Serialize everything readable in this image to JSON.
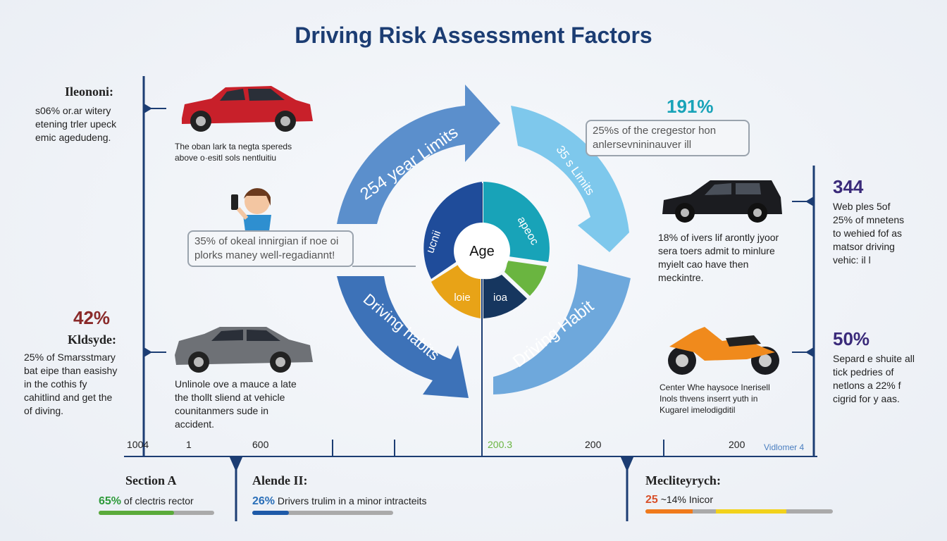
{
  "title": "Driving Risk Assessment Factors",
  "colors": {
    "navy": "#1c3d73",
    "blue": "#4a7fc0",
    "light_blue": "#6fc3ea",
    "teal": "#18a3b8",
    "green": "#6ab540",
    "yellow": "#e8a317",
    "dark_navy": "#16365f",
    "orange": "#f08a1c",
    "red": "#8a2a2a",
    "purple": "#3a2a7a"
  },
  "ring": {
    "top_left": "254 year Limits",
    "top_right": "35 s Limits",
    "bottom_left": "Driving habits",
    "bottom_right": "Driving Habit"
  },
  "inner": {
    "center": "Age",
    "blue": "ucnii",
    "teal": "apeoc",
    "yellow": "loie",
    "navy": "ioa"
  },
  "left_top": {
    "heading": "Ileononi:",
    "line1": "s06% or.ar witery",
    "line2": "etening trler upeck",
    "line3": "emic agedudeng."
  },
  "car_red_caption": {
    "line1": "The oban lark ta negta spereds",
    "line2": "above o·esitl sols nentluitiu"
  },
  "callout_left": {
    "line1": "35% of okeal innirgian if noe oi",
    "line2": "plorks maney well-regadiannt!"
  },
  "left_mid": {
    "stat": "42%",
    "heading": "Kldsyde:",
    "line1": "25% of Smarsstmary",
    "line2": "bat eipe than easishy",
    "line3": "in the cothis fy",
    "line4": "cahitlind and get the",
    "line5": "of diving."
  },
  "car_grey_caption": {
    "line1": "Unlinole ove a mauce a late",
    "line2": "the thollt sliend at vehicle",
    "line3": "counitanmers sude in",
    "line4": "accident."
  },
  "top_stat": "191%",
  "callout_right": {
    "line1": "25%s of the cregestor hon",
    "line2": "anlersevnininauver ill"
  },
  "suv_caption": {
    "line1": "18% of ivers lif arontly jyoor",
    "line2": "sera toers admit to minlure",
    "line3": "myielt cao have then",
    "line4": "meckintre."
  },
  "right_top": {
    "stat": "344",
    "line1": "Web ples 5of",
    "line2": "25% of mnetens",
    "line3": "to wehied fof as",
    "line4": "matsor driving",
    "line5": "vehic: il l"
  },
  "moto_caption": {
    "line1": "Center Whe haysoce Inerisell",
    "line2": "Inols thvens inserrt yuth  in",
    "line3": "Kugarel imelodigditil"
  },
  "right_mid": {
    "stat": "50%",
    "line1": "Separd e shuite all",
    "line2": "tick pedries of",
    "line3": "netlons a 22% f",
    "line4": "cigrid for y aas."
  },
  "axis": {
    "t1": "1004",
    "t2": "1",
    "t3": "600",
    "t4": "200.3",
    "t5": "200",
    "t6": "200",
    "t7": "Vidlomer 4"
  },
  "bottom": {
    "a_heading": "Section A",
    "a_pct": "65%",
    "a_text": "of clectris rector",
    "b_heading": "Alende II:",
    "b_pct": "26%",
    "b_text": "Drivers trulim in a minor intracteits",
    "c_heading": "Mecliteyrych:",
    "c_pct": "25",
    "c_text": "~14% Inicor"
  },
  "bars": {
    "a_progress": 0.65,
    "b_progress": 0.26,
    "c_progress": 0.25
  }
}
